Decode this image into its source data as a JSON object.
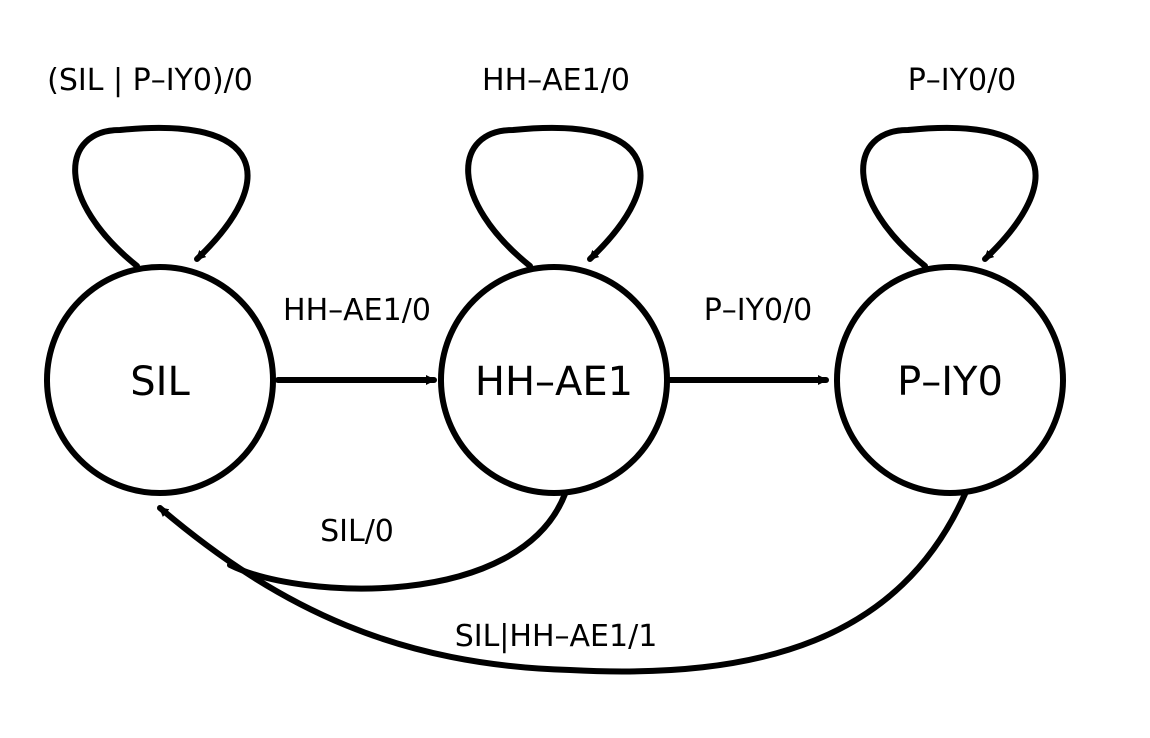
{
  "states": {
    "sil": "SIL",
    "hh_ae1": "HH–AE1",
    "p_iy0": "P–IY0"
  },
  "transitions": {
    "sil_self": "(SIL | P–IY0)/0",
    "hh_ae1_self": "HH–AE1/0",
    "p_iy0_self": "P–IY0/0",
    "sil_to_hh_ae1": "HH–AE1/0",
    "hh_ae1_to_p_iy0": "P–IY0/0",
    "hh_ae1_to_sil": "SIL/0",
    "p_iy0_to_sil": "SIL|HH–AE1/1"
  },
  "colors": {
    "stroke": "#000000",
    "background": "#ffffff"
  }
}
